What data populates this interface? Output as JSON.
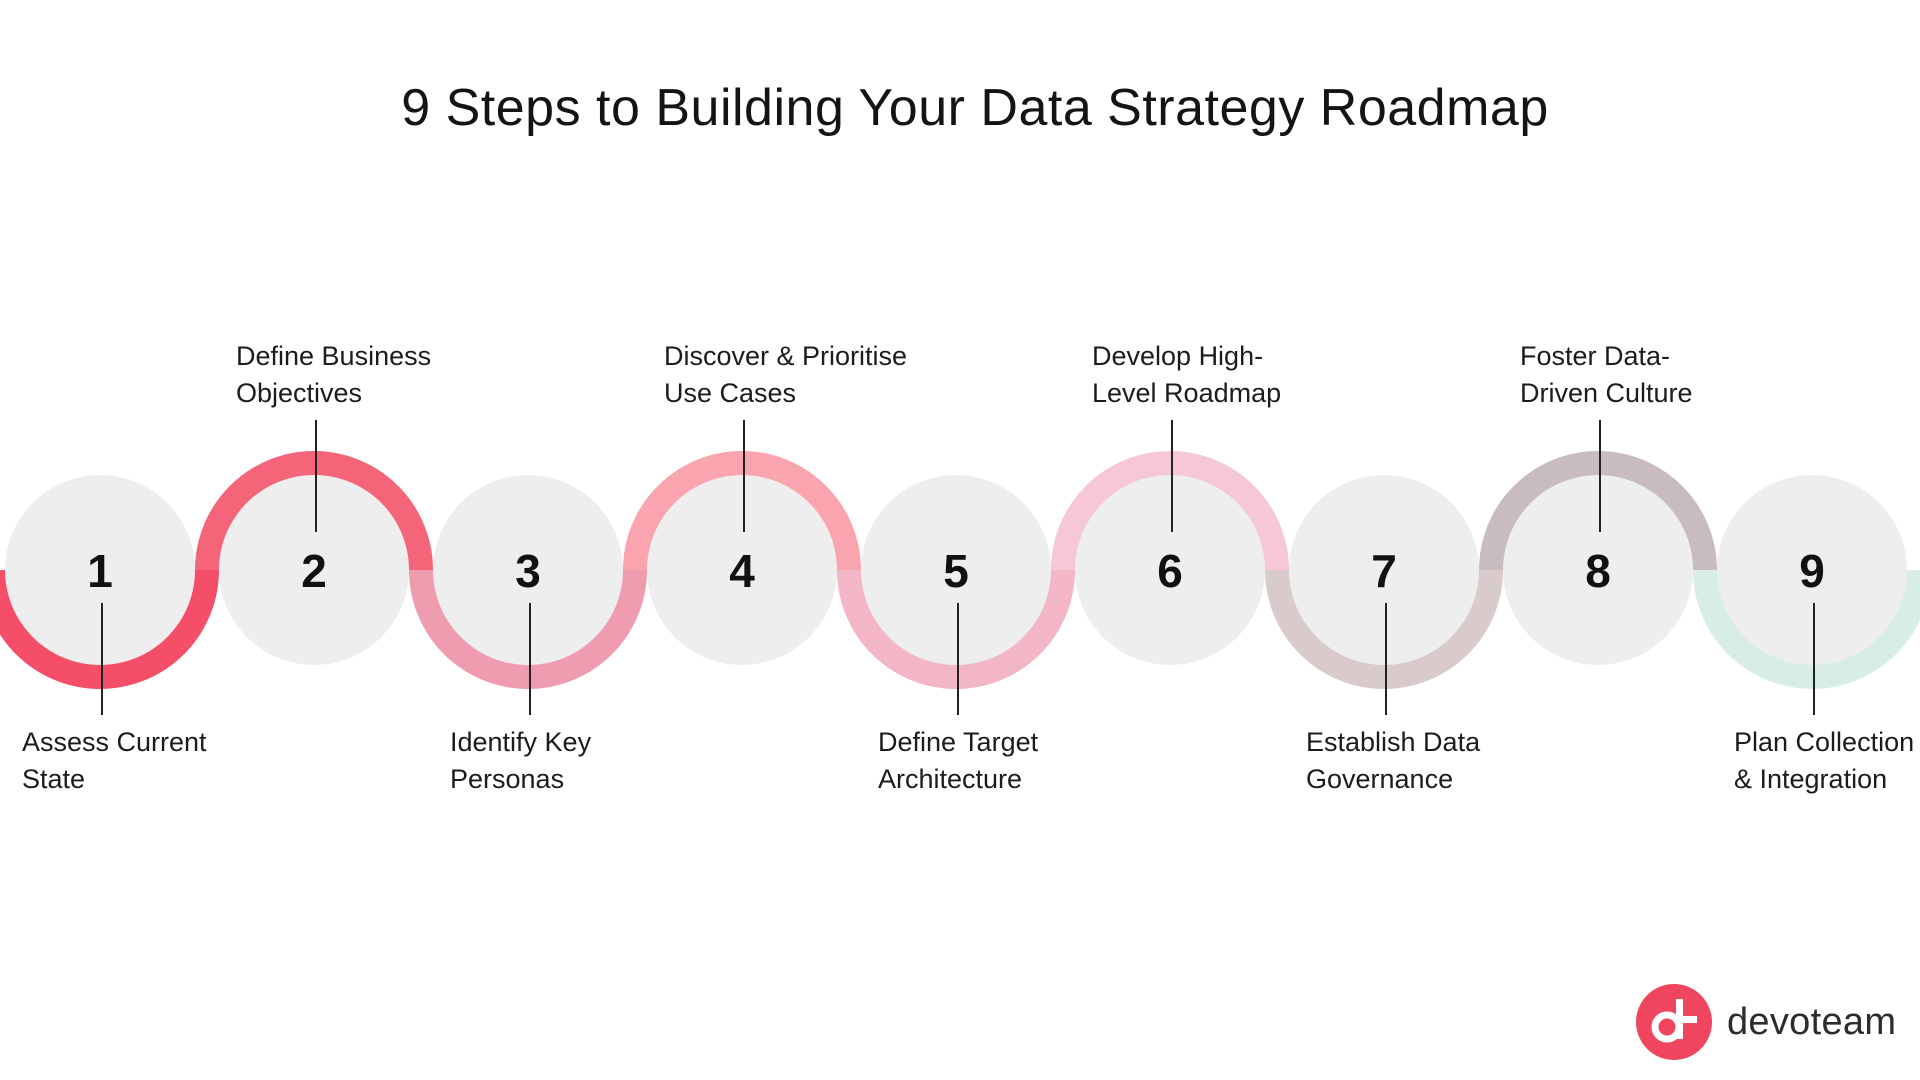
{
  "title": "9 Steps to Building Your Data Strategy Roadmap",
  "steps": [
    {
      "number": "1",
      "label_lines": [
        "Assess Current",
        "State"
      ],
      "position": "below",
      "color": "#f54e68"
    },
    {
      "number": "2",
      "label_lines": [
        "Define  Business",
        "Objectives"
      ],
      "position": "above",
      "color": "#f56579"
    },
    {
      "number": "3",
      "label_lines": [
        "Identify Key",
        "Personas"
      ],
      "position": "below",
      "color": "#ef9bb0"
    },
    {
      "number": "4",
      "label_lines": [
        "Discover & Prioritise",
        "Use Cases"
      ],
      "position": "above",
      "color": "#f9a4ae"
    },
    {
      "number": "5",
      "label_lines": [
        "Define Target",
        "Architecture"
      ],
      "position": "below",
      "color": "#f2b6c6"
    },
    {
      "number": "6",
      "label_lines": [
        "Develop High-",
        "Level Roadmap"
      ],
      "position": "above",
      "color": "#f6c7d4"
    },
    {
      "number": "7",
      "label_lines": [
        "Establish   Data",
        "Governance"
      ],
      "position": "below",
      "color": "#d9cacc"
    },
    {
      "number": "8",
      "label_lines": [
        "Foster Data-",
        "Driven Culture"
      ],
      "position": "above",
      "color": "#c8bcbf"
    },
    {
      "number": "9",
      "label_lines": [
        "Plan Collection",
        "& Integration"
      ],
      "position": "below",
      "color": "#d8ede7"
    }
  ],
  "circle_color": "#eeeeee",
  "brand": {
    "name": "devoteam",
    "color": "#f0455e"
  }
}
